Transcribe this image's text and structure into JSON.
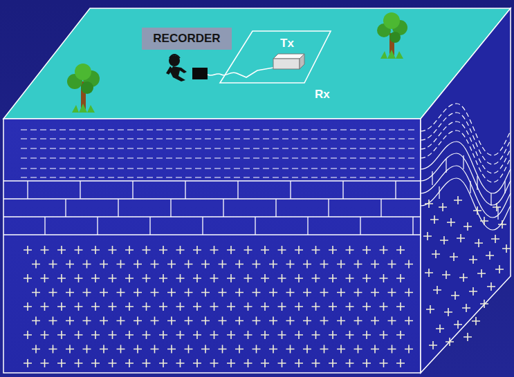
{
  "diagram": {
    "nodes": [
      {
        "text": [
          "RECORDER"
        ]
      },
      {
        "text": [
          "Rx"
        ]
      },
      {
        "text": [
          "Tx"
        ],
        "in": 1
      }
    ]
  }
}
